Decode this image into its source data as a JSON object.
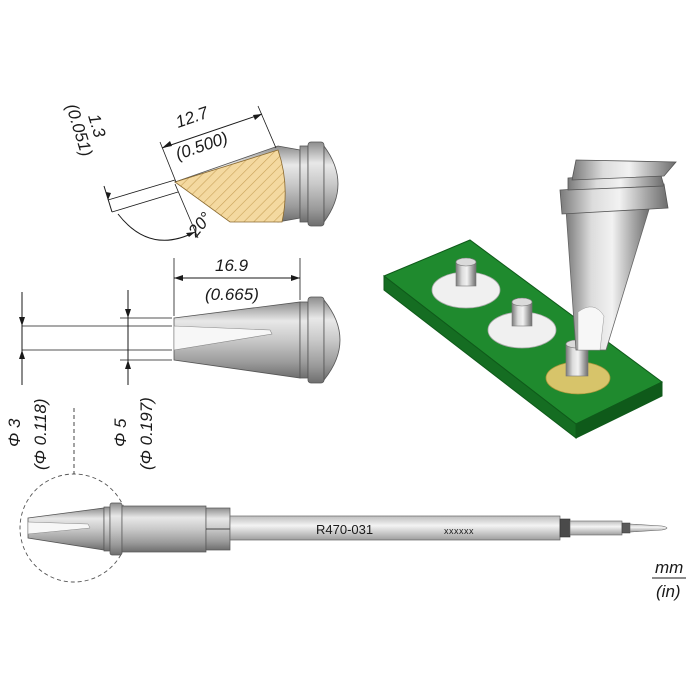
{
  "dimensions": {
    "tip_thickness": {
      "mm": "1.3",
      "in": "(0.051)"
    },
    "tip_length": {
      "mm": "12.7",
      "in": "(0.500)"
    },
    "tip_angle": "20°",
    "body_length": {
      "mm": "16.9",
      "in": "(0.665)"
    },
    "inner_diameter": {
      "mm": "Φ 3",
      "in": "(Φ 0.118)"
    },
    "outer_diameter": {
      "mm": "Φ 5",
      "in": "(Φ 0.197)"
    }
  },
  "cartridge": {
    "part_number": "R470-031",
    "lot_marking": "xxxxxx"
  },
  "units": {
    "top": "mm",
    "bottom": "(in)"
  },
  "colors": {
    "metal_light": "#e2e2e2",
    "metal_mid": "#b9b9b9",
    "metal_dark": "#7a7a7a",
    "tinned_area": "#f4d9a0",
    "pcb_green": "#1f8a2e",
    "pad_gold": "#d7c46a"
  }
}
